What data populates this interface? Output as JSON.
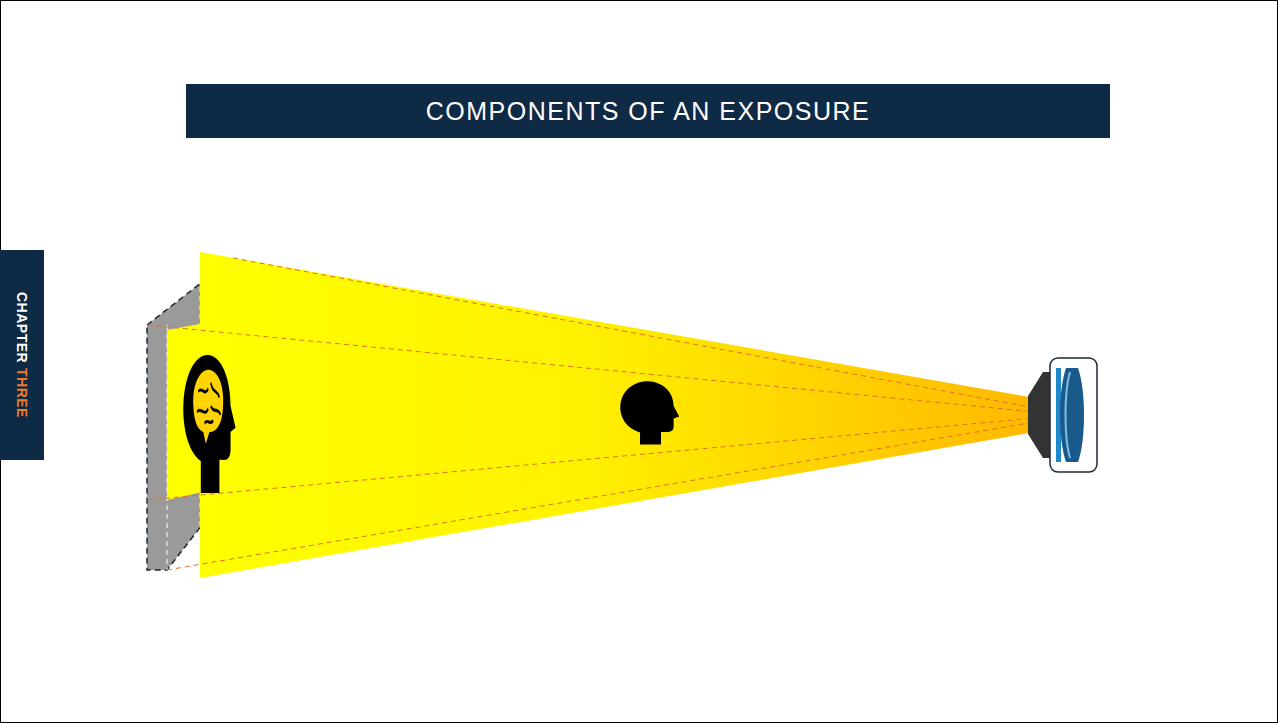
{
  "diagram": {
    "title": "COMPONENTS OF AN EXPOSURE",
    "labels": [
      "CHAPTER",
      "THREE"
    ]
  }
}
